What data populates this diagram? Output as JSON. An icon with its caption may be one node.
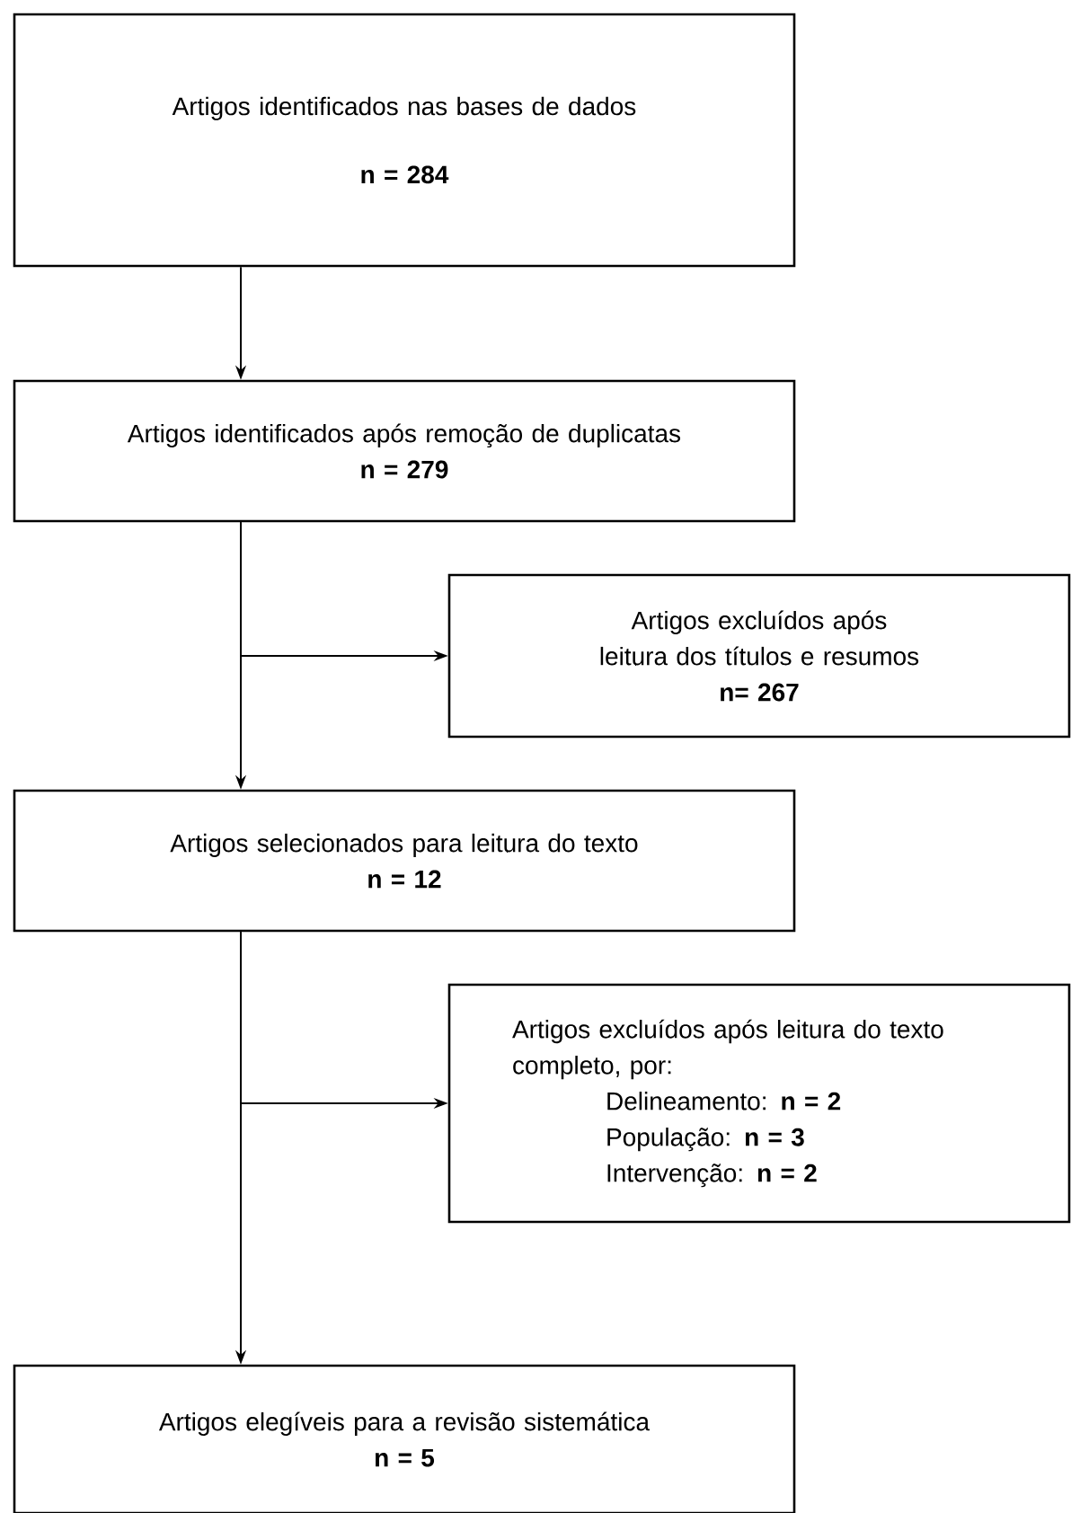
{
  "diagram": {
    "nodes": [
      {
        "text": [
          "Artigos identificados nas bases de dados",
          "n = 284"
        ]
      },
      {
        "text": [
          "Artigos identificados após remoção de duplicatas",
          "n = 279"
        ]
      },
      {
        "text": [
          "Artigos excluídos após leitura dos títulos e resumos",
          "n= 267"
        ]
      },
      {
        "text": [
          "Artigos selecionados para leitura do texto",
          "n = 12"
        ]
      },
      {
        "text": [
          "Artigos excluídos após leitura do texto completo, por:",
          "Delineamento: **n = 2**",
          "População: **n = 3**",
          "Intervenção: **n = 2**"
        ]
      },
      {
        "text": [
          "Artigos elegíveis para a revisão sistemática",
          "n = 5"
        ]
      }
    ],
    "edges": [
      {
        "from": 0,
        "to": 1,
        "arrow": "to"
      },
      {
        "from": 1,
        "to": 3,
        "arrow": "to"
      },
      {
        "from": 1,
        "to": 2,
        "arrow": "to"
      },
      {
        "from": 3,
        "to": 5,
        "arrow": "to"
      },
      {
        "from": 3,
        "to": 4,
        "arrow": "to"
      }
    ]
  }
}
